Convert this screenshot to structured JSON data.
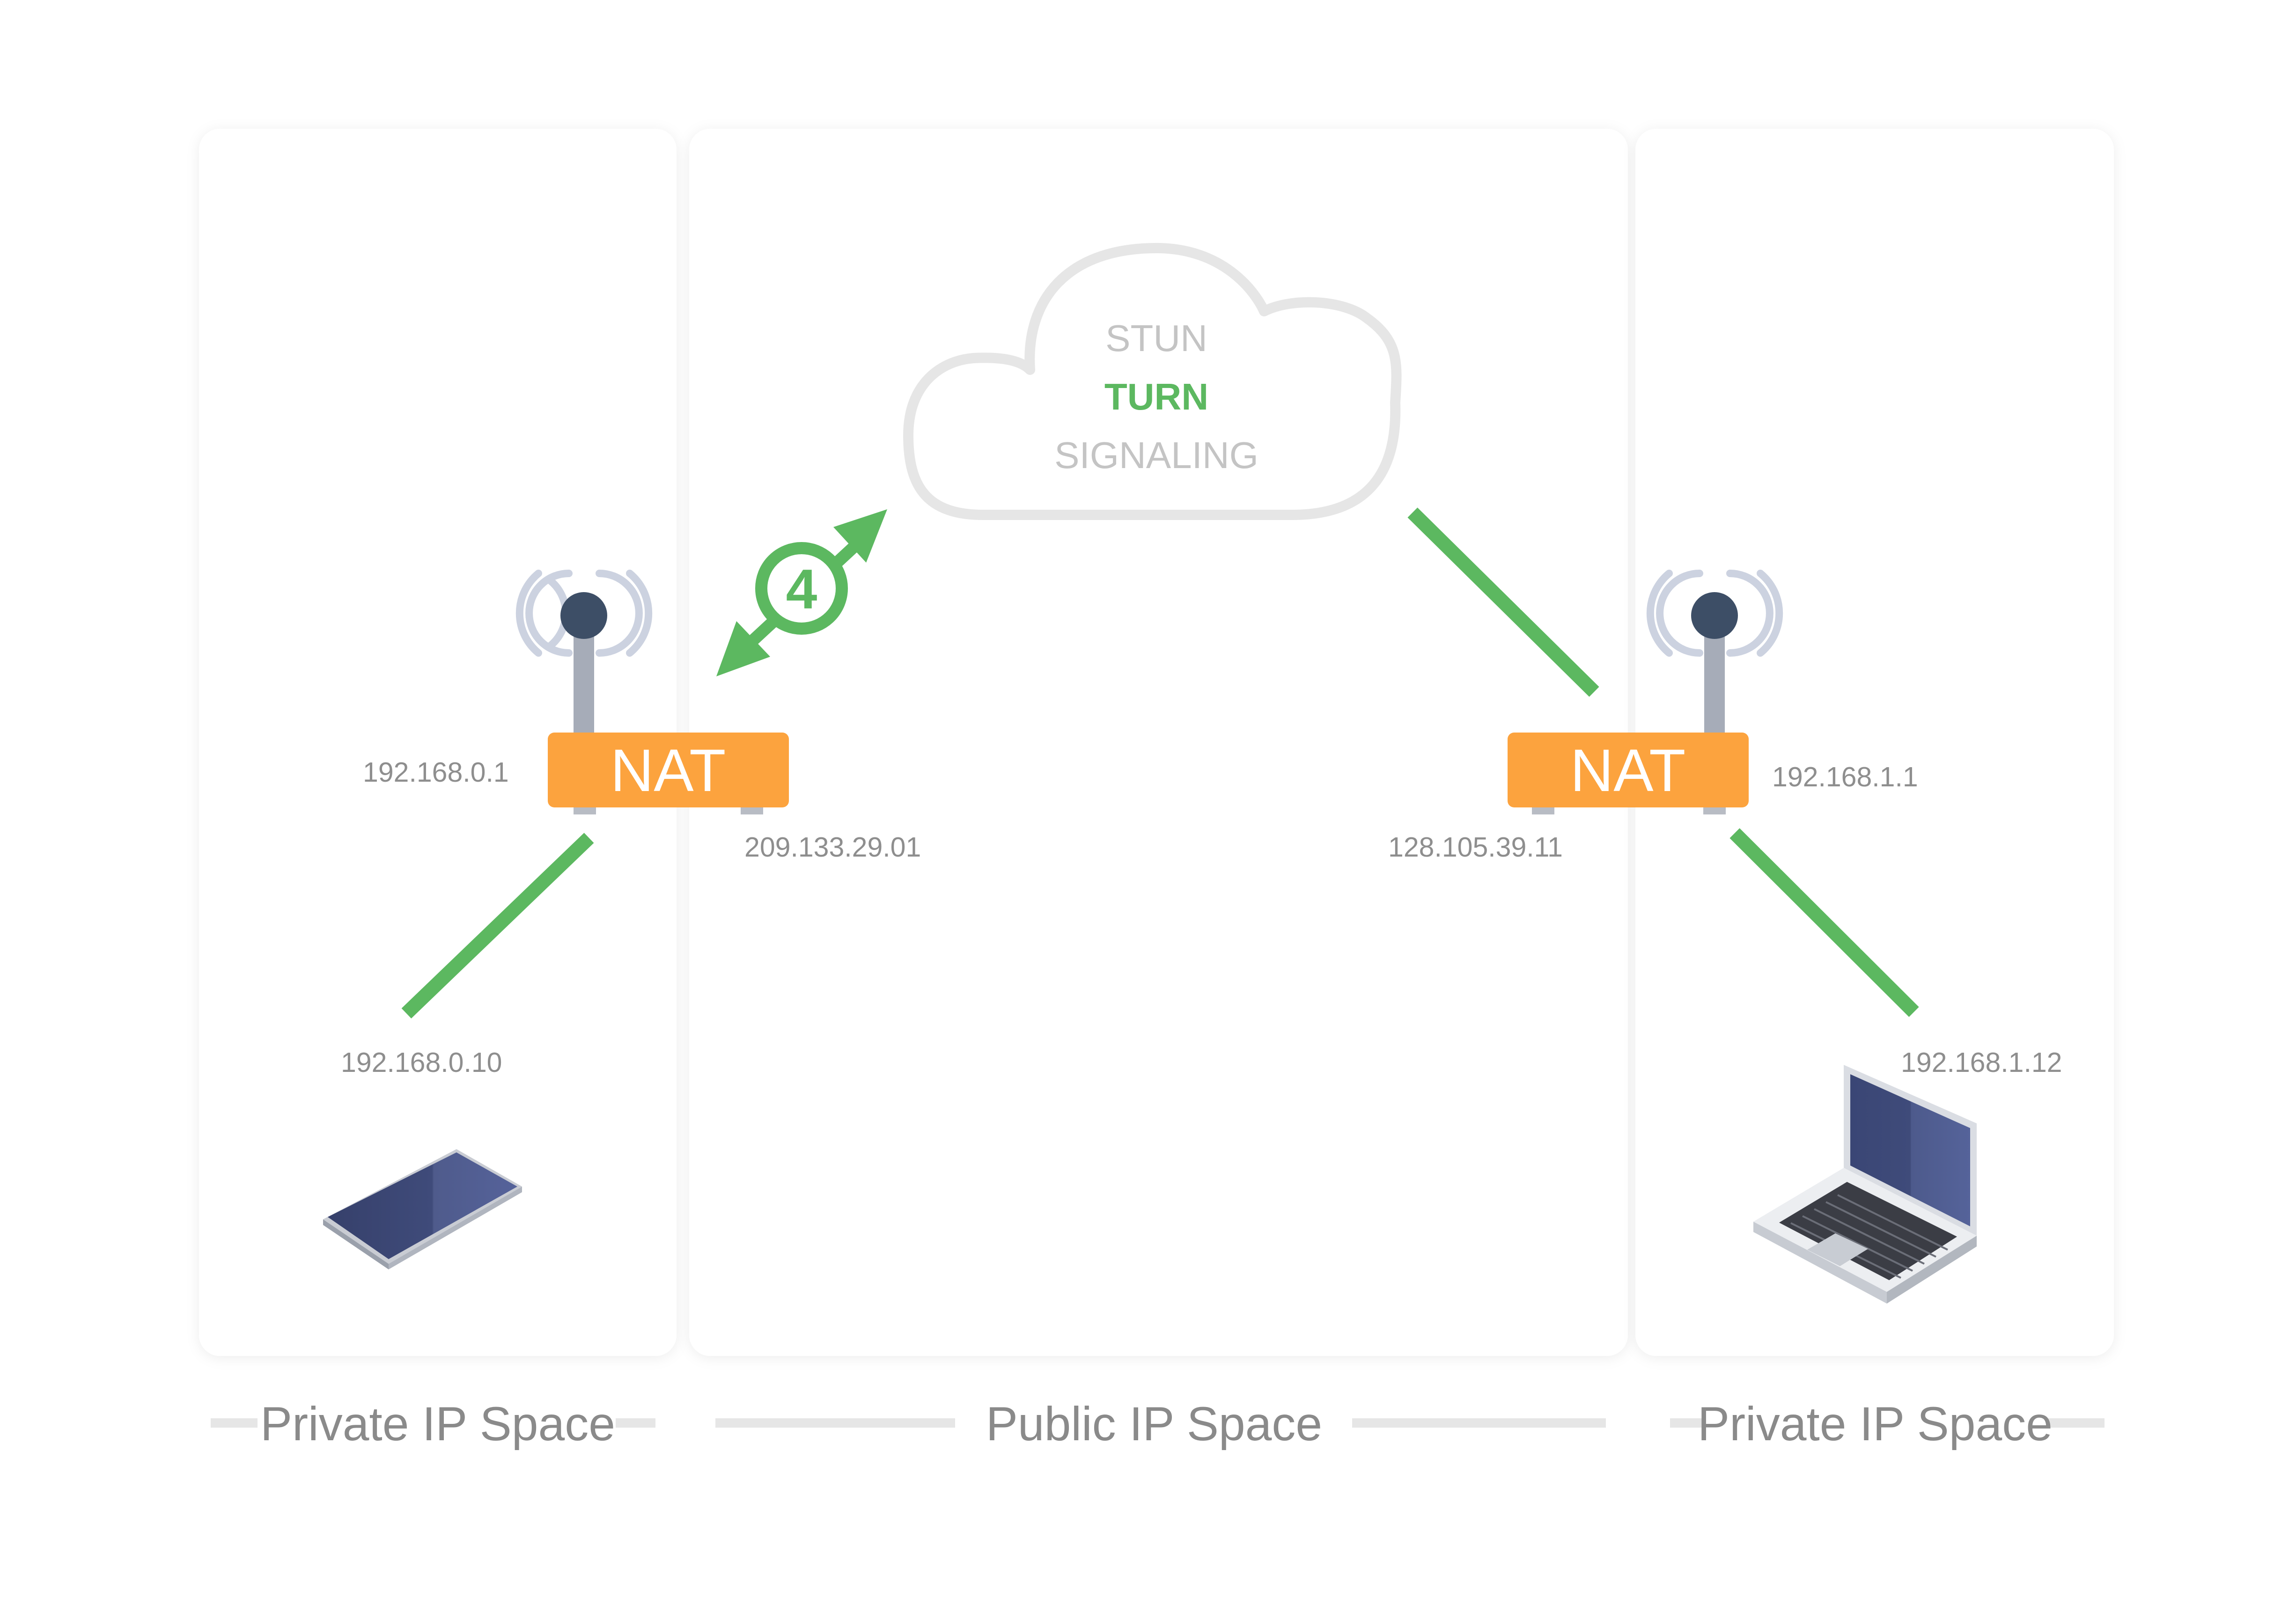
{
  "colors": {
    "accent_green": "#5cb860",
    "nat_orange": "#fca33e",
    "label_gray": "#8e8e8e",
    "cloud_gray": "#e6e6e6",
    "device_navy": "#3f4b7a"
  },
  "cloud": {
    "items": [
      "STUN",
      "TURN",
      "SIGNALING"
    ],
    "active_item": "TURN"
  },
  "step": {
    "number": "4"
  },
  "left": {
    "nat_label": "NAT",
    "router_ip": "192.168.0.1",
    "public_ip": "209.133.29.01",
    "device_ip": "192.168.0.10",
    "device_icon": "tablet-icon",
    "router_icon": "wifi-antenna-icon"
  },
  "right": {
    "nat_label": "NAT",
    "router_ip": "192.168.1.1",
    "public_ip": "128.105.39.11",
    "device_ip": "192.168.1.12",
    "device_icon": "laptop-icon",
    "router_icon": "wifi-antenna-icon"
  },
  "sections": {
    "left": "Private IP Space",
    "center": "Public IP Space",
    "right": "Private IP Space"
  }
}
